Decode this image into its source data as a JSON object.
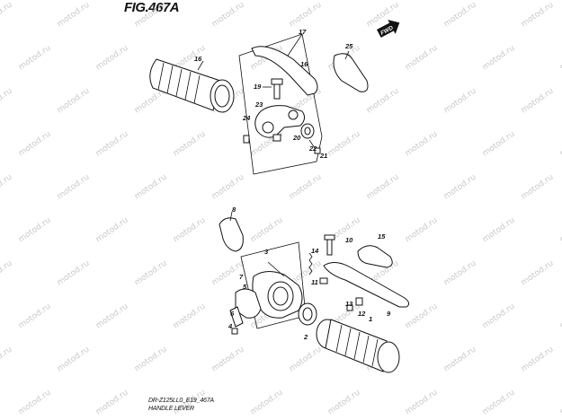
{
  "figure": {
    "title": "FIG.467A",
    "footer_model": "DR-Z125LL0_E19_467A",
    "footer_caption": "HANDLE LEVER",
    "fwd_label": "FWD",
    "watermark": "motod.ru"
  },
  "callouts": {
    "c17": "17",
    "c25": "25",
    "c16a": "16",
    "c16b": "16",
    "c19": "19",
    "c23": "23",
    "c24": "24",
    "c20": "20",
    "c22": "22",
    "c21": "21",
    "c8": "8",
    "c10": "10",
    "c15": "15",
    "c14": "14",
    "c3": "3",
    "c7": "7",
    "c5": "5",
    "c11": "11",
    "c9": "9",
    "c6": "6",
    "c4": "4",
    "c2": "2",
    "c13": "13",
    "c12": "12",
    "c1": "1"
  }
}
